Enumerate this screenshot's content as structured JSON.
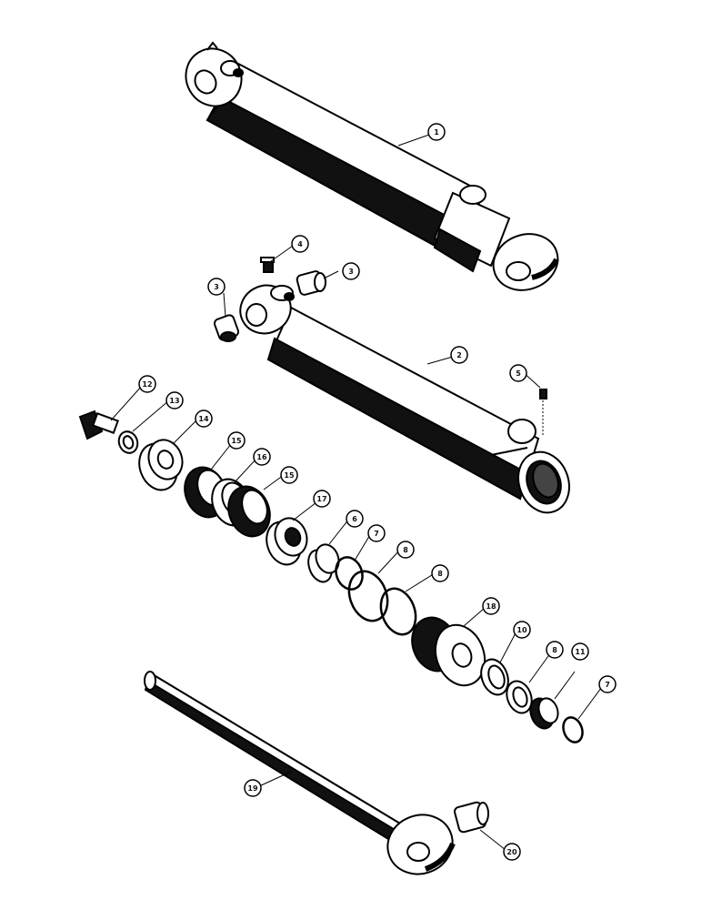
{
  "diagram": {
    "parts": [
      {
        "id": "1",
        "kind": "assembled-cylinder"
      },
      {
        "id": "2",
        "kind": "cylinder-barrel"
      },
      {
        "id": "3",
        "kind": "bushing-left"
      },
      {
        "id": "3",
        "kind": "bushing-right"
      },
      {
        "id": "4",
        "kind": "grease-fitting"
      },
      {
        "id": "5",
        "kind": "set-screw"
      },
      {
        "id": "6",
        "kind": "wiper-gland"
      },
      {
        "id": "7",
        "kind": "o-ring"
      },
      {
        "id": "8",
        "kind": "backup-ring"
      },
      {
        "id": "8",
        "kind": "o-ring-large"
      },
      {
        "id": "8",
        "kind": "rod-wiper"
      },
      {
        "id": "10",
        "kind": "gland-ring"
      },
      {
        "id": "11",
        "kind": "backup-washer"
      },
      {
        "id": "7",
        "kind": "o-ring-small"
      },
      {
        "id": "12",
        "kind": "bolt"
      },
      {
        "id": "13",
        "kind": "washer"
      },
      {
        "id": "14",
        "kind": "piston-cap"
      },
      {
        "id": "15",
        "kind": "piston-seal"
      },
      {
        "id": "16",
        "kind": "wear-ring"
      },
      {
        "id": "15",
        "kind": "piston-seal-2"
      },
      {
        "id": "17",
        "kind": "piston"
      },
      {
        "id": "18",
        "kind": "rod-guide"
      },
      {
        "id": "19",
        "kind": "piston-rod"
      },
      {
        "id": "20",
        "kind": "rod-bushing"
      }
    ]
  }
}
